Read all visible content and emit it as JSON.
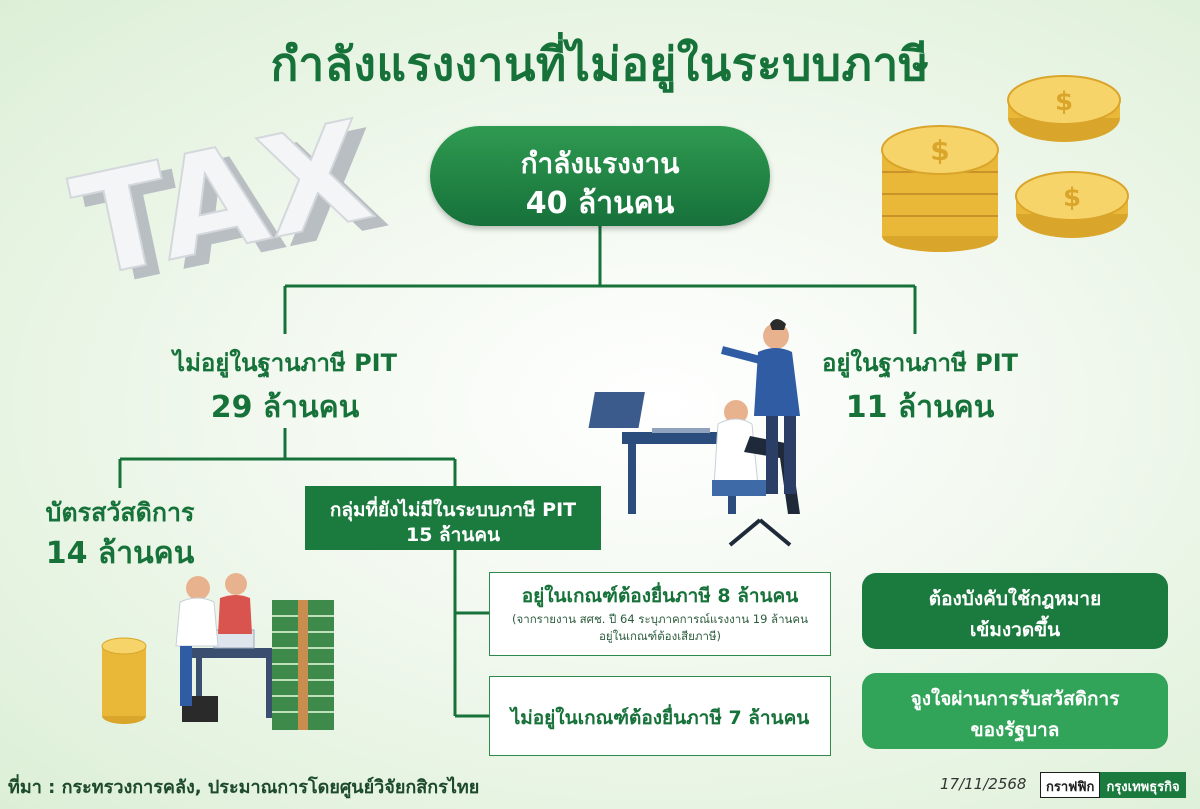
{
  "title": "กำลังแรงงานที่ไม่อยู่ในระบบภาษี",
  "root": {
    "line1": "กำลังแรงงาน",
    "line2": "40 ล้านคน"
  },
  "branches": {
    "not_in_pit": {
      "line1": "ไม่อยู่ในฐานภาษี PIT",
      "line2": "29 ล้านคน"
    },
    "in_pit": {
      "line1": "อยู่ในฐานภาษี PIT",
      "line2": "11 ล้านคน"
    }
  },
  "sub": {
    "welfare": {
      "line1": "บัตรสวัสดิการ",
      "line2": "14 ล้านคน"
    },
    "no_pit_group": {
      "line1": "กลุ่มที่ยังไม่มีในระบบภาษี PIT",
      "line2": "15 ล้านคน"
    }
  },
  "outcomes": {
    "must_file": {
      "line1": "อยู่ในเกณฑ์ต้องยื่นภาษี 8 ล้านคน",
      "note1": "(จากรายงาน สศช. ปี 64 ระบุภาคการณ์แรงงาน 19 ล้านคน",
      "note2": "อยู่ในเกณฑ์ต้องเสียภาษี)"
    },
    "not_file": {
      "line1": "ไม่อยู่ในเกณฑ์ต้องยื่นภาษี 7 ล้านคน"
    }
  },
  "recommendations": [
    {
      "line1": "ต้องบังคับใช้กฎหมาย",
      "line2": "เข้มงวดขึ้น"
    },
    {
      "line1": "จูงใจผ่านการรับสวัสดิการ",
      "line2": "ของรัฐบาล"
    }
  ],
  "decor": {
    "tax_text": "TAX",
    "coin_symbol": "$"
  },
  "footer": {
    "source": "ที่มา : กระทรวงการคลัง, ประมาณการโดยศูนย์วิจัยกสิกรไทย",
    "date": "17/11/2568",
    "brand_a": "กราฟฟิก",
    "brand_b": "กรุงเทพธุรกิจ"
  },
  "colors": {
    "primary": "#17723a",
    "dark_box": "#1b7a3e",
    "light_box": "#31a45a",
    "line": "#17723a",
    "coin": "#f2c84b"
  }
}
